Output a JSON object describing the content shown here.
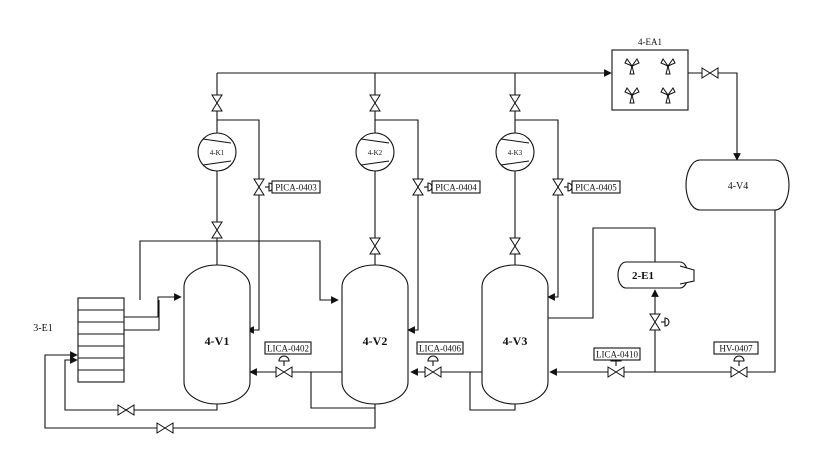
{
  "vessels": {
    "v1": "4-V1",
    "v2": "4-V2",
    "v3": "4-V3",
    "v4": "4-V4"
  },
  "compressors": {
    "k1": "4-K1",
    "k2": "4-K2",
    "k3": "4-K3"
  },
  "exchangers": {
    "air_cooler": "4-EA1",
    "e1": "2-E1",
    "e3": "3-E1"
  },
  "instruments": {
    "pica_0403": "PICA-0403",
    "pica_0404": "PICA-0404",
    "pica_0405": "PICA-0405",
    "lica_0402": "LICA-0402",
    "lica_0406": "LICA-0406",
    "lica_0410": "LICA-0410",
    "hv_0407": "HV-0407"
  }
}
